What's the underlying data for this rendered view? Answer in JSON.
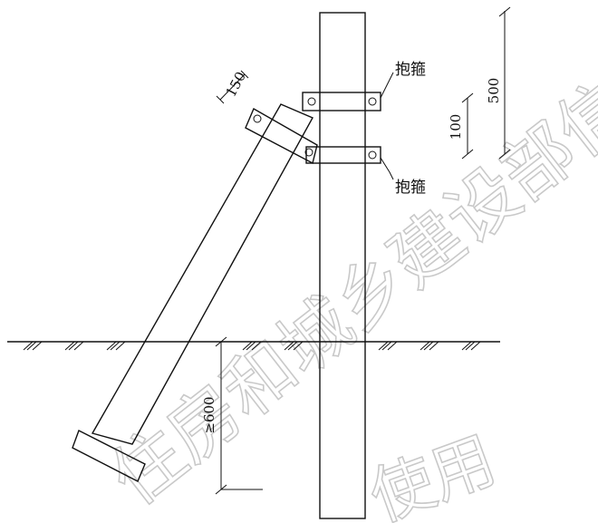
{
  "labels": {
    "hoop_top": "抱箍",
    "hoop_bottom": "抱箍",
    "dim_150": "150",
    "dim_500": "500",
    "dim_100": "100",
    "dim_600": "≥600"
  },
  "watermark": {
    "line1": "住房和城乡建设部信息公开",
    "line2": "使用"
  }
}
